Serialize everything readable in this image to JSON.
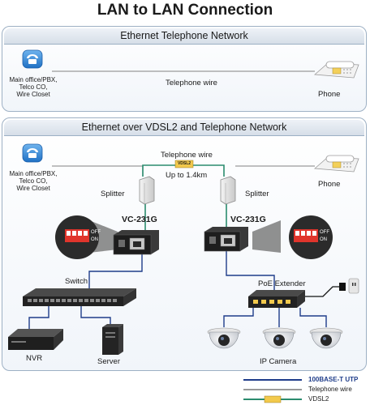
{
  "title": "LAN to LAN Connection",
  "top_panel": {
    "heading": "Ethernet Telephone Network",
    "office_label": "Main office/PBX,\nTelco CO,\nWire Closet",
    "wire_label": "Telephone wire",
    "phone_label": "Phone"
  },
  "bottom_panel": {
    "heading": "Ethernet over VDSL2 and Telephone Network",
    "office_label": "Main office/PBX,\nTelco CO,\nWire Closet",
    "wire_label": "Telephone wire",
    "vdsl_tag": "VDSL2",
    "distance_label": "Up to 1.4km",
    "splitter_left": "Splitter",
    "splitter_right": "Splitter",
    "phone_label": "Phone",
    "converter_left": "VC-231G",
    "converter_right": "VC-231G",
    "dip_off": "OFF",
    "dip_on": "ON",
    "switch_label": "Switch",
    "poe_label": "PoE Extender",
    "nvr_label": "NVR",
    "server_label": "Server",
    "camera_label": "IP Camera"
  },
  "legend": [
    {
      "label": "100BASE-T UTP",
      "color": "#1f3d8a"
    },
    {
      "label": "Telephone wire",
      "color": "#9a9a9a"
    },
    {
      "label": "VDSL2",
      "color": "#2b8c6e"
    }
  ]
}
